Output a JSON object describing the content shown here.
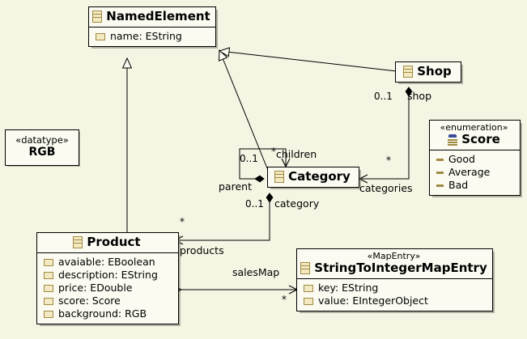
{
  "diagram": {
    "title": "UML Class Diagram",
    "background_color": "#f5f5e4",
    "node_fill": "#fbfbf2",
    "icon_color": "#a08a42",
    "enum_cap_color": "#3b4c9b"
  },
  "nodes": {
    "named_element": {
      "name": "NamedElement",
      "icon": "class-icon",
      "attributes": [
        {
          "icon": "attribute-icon",
          "label": "name: EString"
        }
      ]
    },
    "shop": {
      "name": "Shop",
      "icon": "class-icon",
      "attributes": []
    },
    "category": {
      "name": "Category",
      "icon": "class-icon",
      "attributes": []
    },
    "product": {
      "name": "Product",
      "icon": "class-icon",
      "attributes": [
        {
          "icon": "attribute-icon",
          "label": "avaiable: EBoolean"
        },
        {
          "icon": "attribute-icon",
          "label": "description: EString"
        },
        {
          "icon": "attribute-icon",
          "label": "price: EDouble"
        },
        {
          "icon": "attribute-icon",
          "label": "score: Score"
        },
        {
          "icon": "attribute-icon",
          "label": "background: RGB"
        }
      ]
    },
    "map_entry": {
      "stereotype": "«MapEntry»",
      "name": "StringToIntegerMapEntry",
      "icon": "class-icon",
      "attributes": [
        {
          "icon": "attribute-icon",
          "label": "key: EString"
        },
        {
          "icon": "attribute-icon",
          "label": "value: EIntegerObject"
        }
      ]
    },
    "score_enum": {
      "stereotype": "«enumeration»",
      "name": "Score",
      "icon": "enumeration-icon",
      "literals": [
        {
          "icon": "literal-icon",
          "label": "Good"
        },
        {
          "icon": "literal-icon",
          "label": "Average"
        },
        {
          "icon": "literal-icon",
          "label": "Bad"
        }
      ]
    },
    "rgb_datatype": {
      "stereotype": "«datatype»",
      "name": "RGB"
    }
  },
  "edges": {
    "shop_categories": {
      "role_label": "categories",
      "source_mult": "0..1",
      "source_role": "shop",
      "target_mult": "*"
    },
    "category_children": {
      "role_label": "children",
      "target_mult": "*",
      "source_mult": "0..1",
      "source_role": "parent"
    },
    "category_products": {
      "role_label": "products",
      "target_mult": "*",
      "source_mult": "0..1",
      "source_role": "category"
    },
    "product_salesmap": {
      "role_label": "salesMap",
      "target_mult": "*"
    }
  }
}
